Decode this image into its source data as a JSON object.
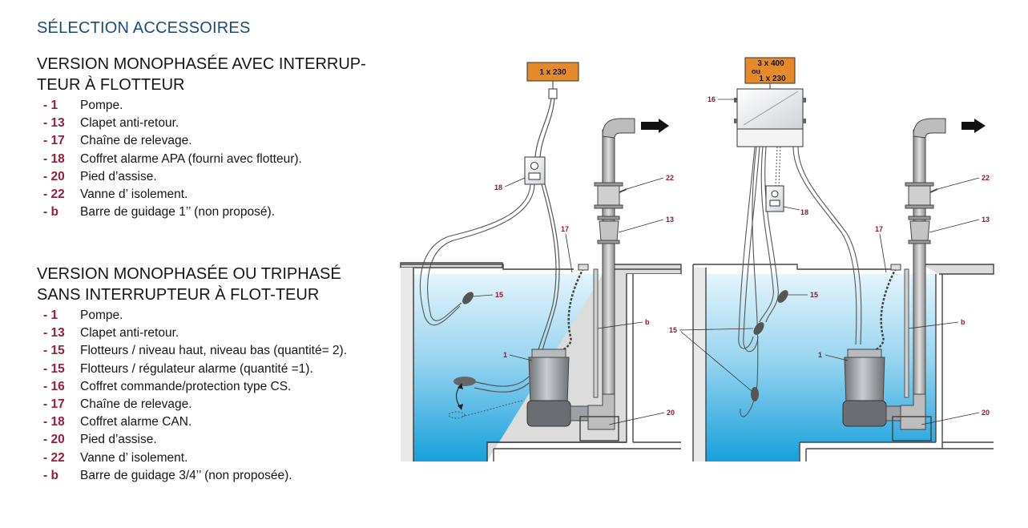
{
  "heading": "SÉLECTION ACCESSOIRES",
  "section1": {
    "title": "VERSION MONOPHASÉE AVEC INTERRUP-TEUR À FLOTTEUR",
    "items": [
      {
        "code": "- 1",
        "text": "Pompe."
      },
      {
        "code": "- 13",
        "text": "Clapet anti-retour."
      },
      {
        "code": "- 17",
        "text": "Chaîne de relevage."
      },
      {
        "code": "- 18",
        "text": "Coffret alarme APA (fourni avec flotteur)."
      },
      {
        "code": "- 20",
        "text": "Pied d’assise."
      },
      {
        "code": "- 22",
        "text": "Vanne d’ isolement."
      },
      {
        "code": "- b",
        "text": "Barre de guidage 1’’ (non proposé)."
      }
    ]
  },
  "section2": {
    "title": "VERSION MONOPHASÉE OU TRIPHASÉ SANS INTERRUPTEUR À FLOT-TEUR",
    "items": [
      {
        "code": "- 1",
        "text": "Pompe."
      },
      {
        "code": "- 13",
        "text": "Clapet anti-retour."
      },
      {
        "code": "- 15",
        "text": "Flotteurs / niveau haut, niveau bas (quantité= 2)."
      },
      {
        "code": "- 15",
        "text": "Flotteurs / régulateur alarme (quantité =1)."
      },
      {
        "code": "- 16",
        "text": "Coffret commande/protection type CS."
      },
      {
        "code": "- 17",
        "text": "Chaîne de relevage."
      },
      {
        "code": "- 18",
        "text": "Coffret alarme CAN."
      },
      {
        "code": "- 20",
        "text": "Pied d’assise."
      },
      {
        "code": "- 22",
        "text": "Vanne d’ isolement."
      },
      {
        "code": "- b",
        "text": "Barre de guidage 3/4’’ (non proposée)."
      }
    ]
  },
  "diagram1": {
    "supply": "1 x 230",
    "labels": {
      "l18": "18",
      "l17": "17",
      "l22": "22",
      "l13": "13",
      "l15": "15",
      "l1": "1",
      "lb": "b",
      "l20": "20"
    }
  },
  "diagram2": {
    "supply_line1": "3 x 400",
    "supply_or": "ou",
    "supply_line2": "1 x 230",
    "labels": {
      "l16": "16",
      "l18": "18",
      "l17": "17",
      "l22": "22",
      "l13": "13",
      "l15a": "15",
      "l15b": "15",
      "l1": "1",
      "lb": "b",
      "l20": "20"
    }
  },
  "colors": {
    "heading": "#1a4b7c",
    "code": "#9b1b3a",
    "label": "#8a1a33",
    "supply_box": "#e58a2a",
    "water_top": "#dff2fb",
    "water_bottom": "#1aa0dc"
  }
}
